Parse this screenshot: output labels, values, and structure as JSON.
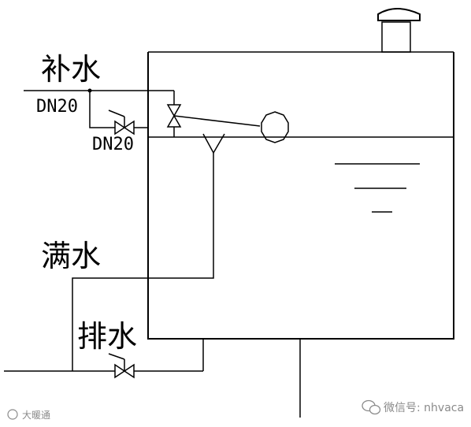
{
  "labels": {
    "makeup": "补水",
    "makeup_pipe_size": "DN20",
    "bypass_pipe_size": "DN20",
    "overflow": "满水",
    "drain": "排水"
  },
  "watermarks": {
    "left": "大暖通",
    "right": "微信号: nhvaca"
  },
  "icons": [
    "vent-cap-icon",
    "globe-valve-icon",
    "float-valve-icon",
    "float-ball-icon",
    "funnel-icon",
    "water-level-icon",
    "wechat-icon"
  ],
  "colors": {
    "line": "#000000",
    "watermark": "#8a8a8a"
  }
}
